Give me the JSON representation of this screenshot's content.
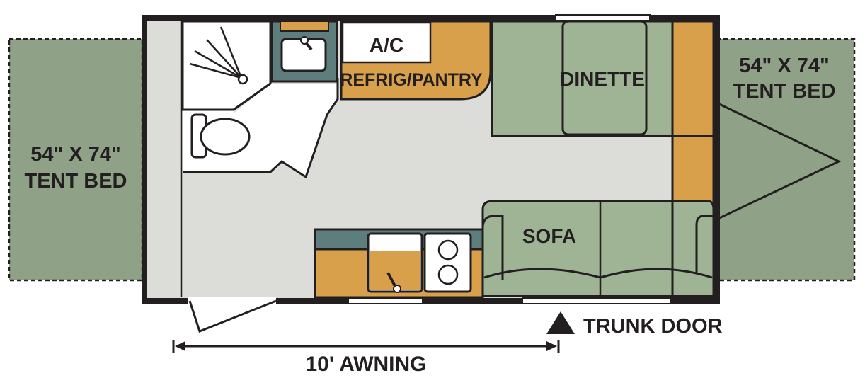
{
  "labels": {
    "left_tent_bed_size": "54\" X 74\"",
    "left_tent_bed_type": "TENT BED",
    "right_tent_bed_size": "54\" X 74\"",
    "right_tent_bed_type": "TENT BED",
    "ac": "A/C",
    "refrig_pantry": "REFRIG/PANTRY",
    "dinette": "DINETTE",
    "sofa": "SOFA",
    "trunk_door": "TRUNK DOOR",
    "awning": "10' AWNING"
  },
  "colors": {
    "tent_bed": "#8fa287",
    "upholstery": "#9fb495",
    "cabinet": "#d9a04c",
    "floor": "#dcdcd8",
    "counter": "#5e7d7d",
    "outline": "#231f20",
    "white": "#ffffff"
  }
}
